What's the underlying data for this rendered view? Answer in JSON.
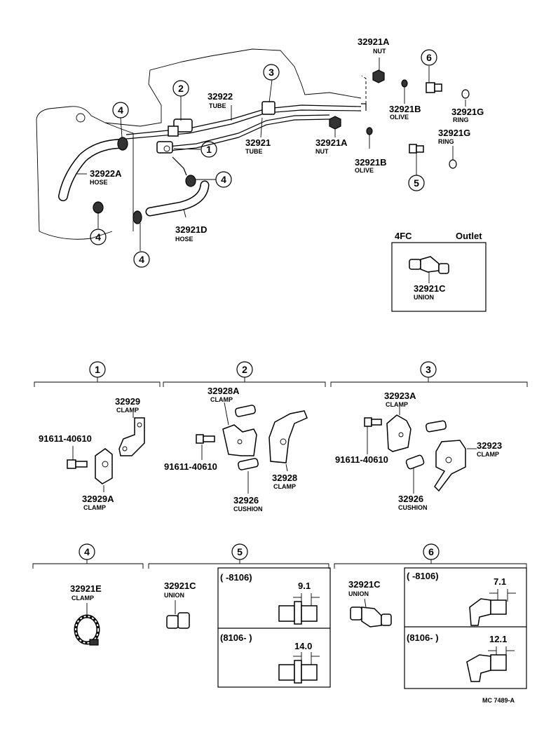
{
  "callouts": {
    "c1": "1",
    "c2": "2",
    "c3": "3",
    "c4": "4",
    "c5": "5",
    "c6": "6"
  },
  "parts": {
    "p32921A_top": {
      "num": "32921A",
      "name": "NUT"
    },
    "p32922": {
      "num": "32922",
      "name": "TUBE"
    },
    "p32921B_top": {
      "num": "32921B",
      "name": "OLIVE"
    },
    "p32921G_top": {
      "num": "32921G",
      "name": "RING"
    },
    "p32921G_mid": {
      "num": "32921G",
      "name": "RING"
    },
    "p32921": {
      "num": "32921",
      "name": "TUBE"
    },
    "p32921A_mid": {
      "num": "32921A",
      "name": "NUT"
    },
    "p32922A": {
      "num": "32922A",
      "name": "HOSE"
    },
    "p32921B_mid": {
      "num": "32921B",
      "name": "OLIVE"
    },
    "p32921D": {
      "num": "32921D",
      "name": "HOSE"
    },
    "p32921C_box": {
      "num": "32921C",
      "name": "UNION"
    },
    "p32929": {
      "num": "32929",
      "name": "CLAMP"
    },
    "p91611_1": {
      "num": "91611-40610"
    },
    "p32929A": {
      "num": "32929A",
      "name": "CLAMP"
    },
    "p32928A": {
      "num": "32928A",
      "name": "CLAMP"
    },
    "p91611_2": {
      "num": "91611-40610"
    },
    "p32928": {
      "num": "32928",
      "name": "CLAMP"
    },
    "p32926_2": {
      "num": "32926",
      "name": "CUSHION"
    },
    "p32923A": {
      "num": "32923A",
      "name": "CLAMP"
    },
    "p91611_3": {
      "num": "91611-40610"
    },
    "p32923": {
      "num": "32923",
      "name": "CLAMP"
    },
    "p32926_3": {
      "num": "32926",
      "name": "CUSHION"
    },
    "p32921E": {
      "num": "32921E",
      "name": "CLAMP"
    },
    "p32921C_5": {
      "num": "32921C",
      "name": "UNION"
    },
    "p32921C_6": {
      "num": "32921C",
      "name": "UNION"
    }
  },
  "inset": {
    "left": "4FC",
    "right": "Outlet"
  },
  "sec5": {
    "top_range": "(      -8106)",
    "top_dim": "9.1",
    "bot_range": "(8106-          )",
    "bot_dim": "14.0"
  },
  "sec6": {
    "top_range": "(      -8106)",
    "top_dim": "7.1",
    "bot_range": "(8106-          )",
    "bot_dim": "12.1"
  },
  "ref": "MC 7489-A"
}
